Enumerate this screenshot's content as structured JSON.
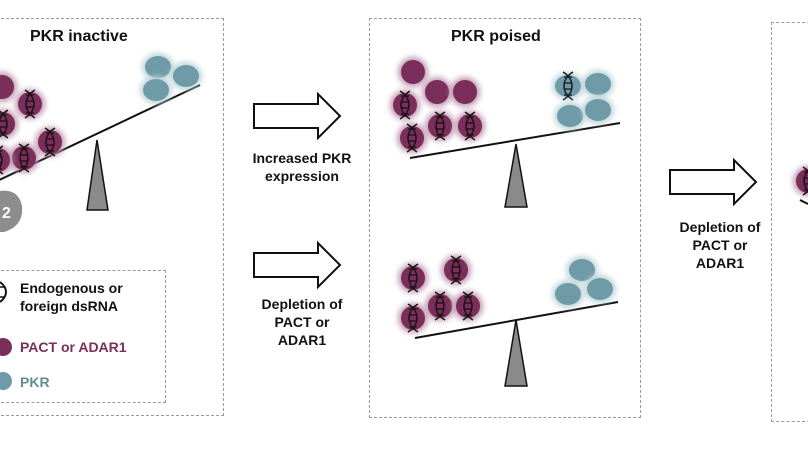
{
  "panels": {
    "inactive": {
      "title": "PKR inactive"
    },
    "poised": {
      "title": "PKR poised"
    }
  },
  "arrows": {
    "increased": {
      "line1": "Increased PKR",
      "line2": "expression"
    },
    "depletion_left": {
      "line1": "Depletion of",
      "line2": "PACT or",
      "line3": "ADAR1"
    },
    "depletion_right": {
      "line1": "Depletion of",
      "line2": "PACT or",
      "line3": "ADAR1"
    }
  },
  "legend": {
    "dsrna_line1": "Endogenous or",
    "dsrna_line2": "foreign dsRNA",
    "pact": "PACT or ADAR1",
    "pkr": "PKR"
  },
  "partial_label": "2",
  "colors": {
    "pact": "#7a2e59",
    "pact_glow": "#b991aa",
    "pkr": "#6f9aa7",
    "pkr_glow": "#b8d0d6",
    "fulcrum": "#8a8a8a",
    "dashes": "#9a9a9a",
    "legend_pact_text": "#7a2e59",
    "legend_pkr_text": "#5e8c99"
  }
}
